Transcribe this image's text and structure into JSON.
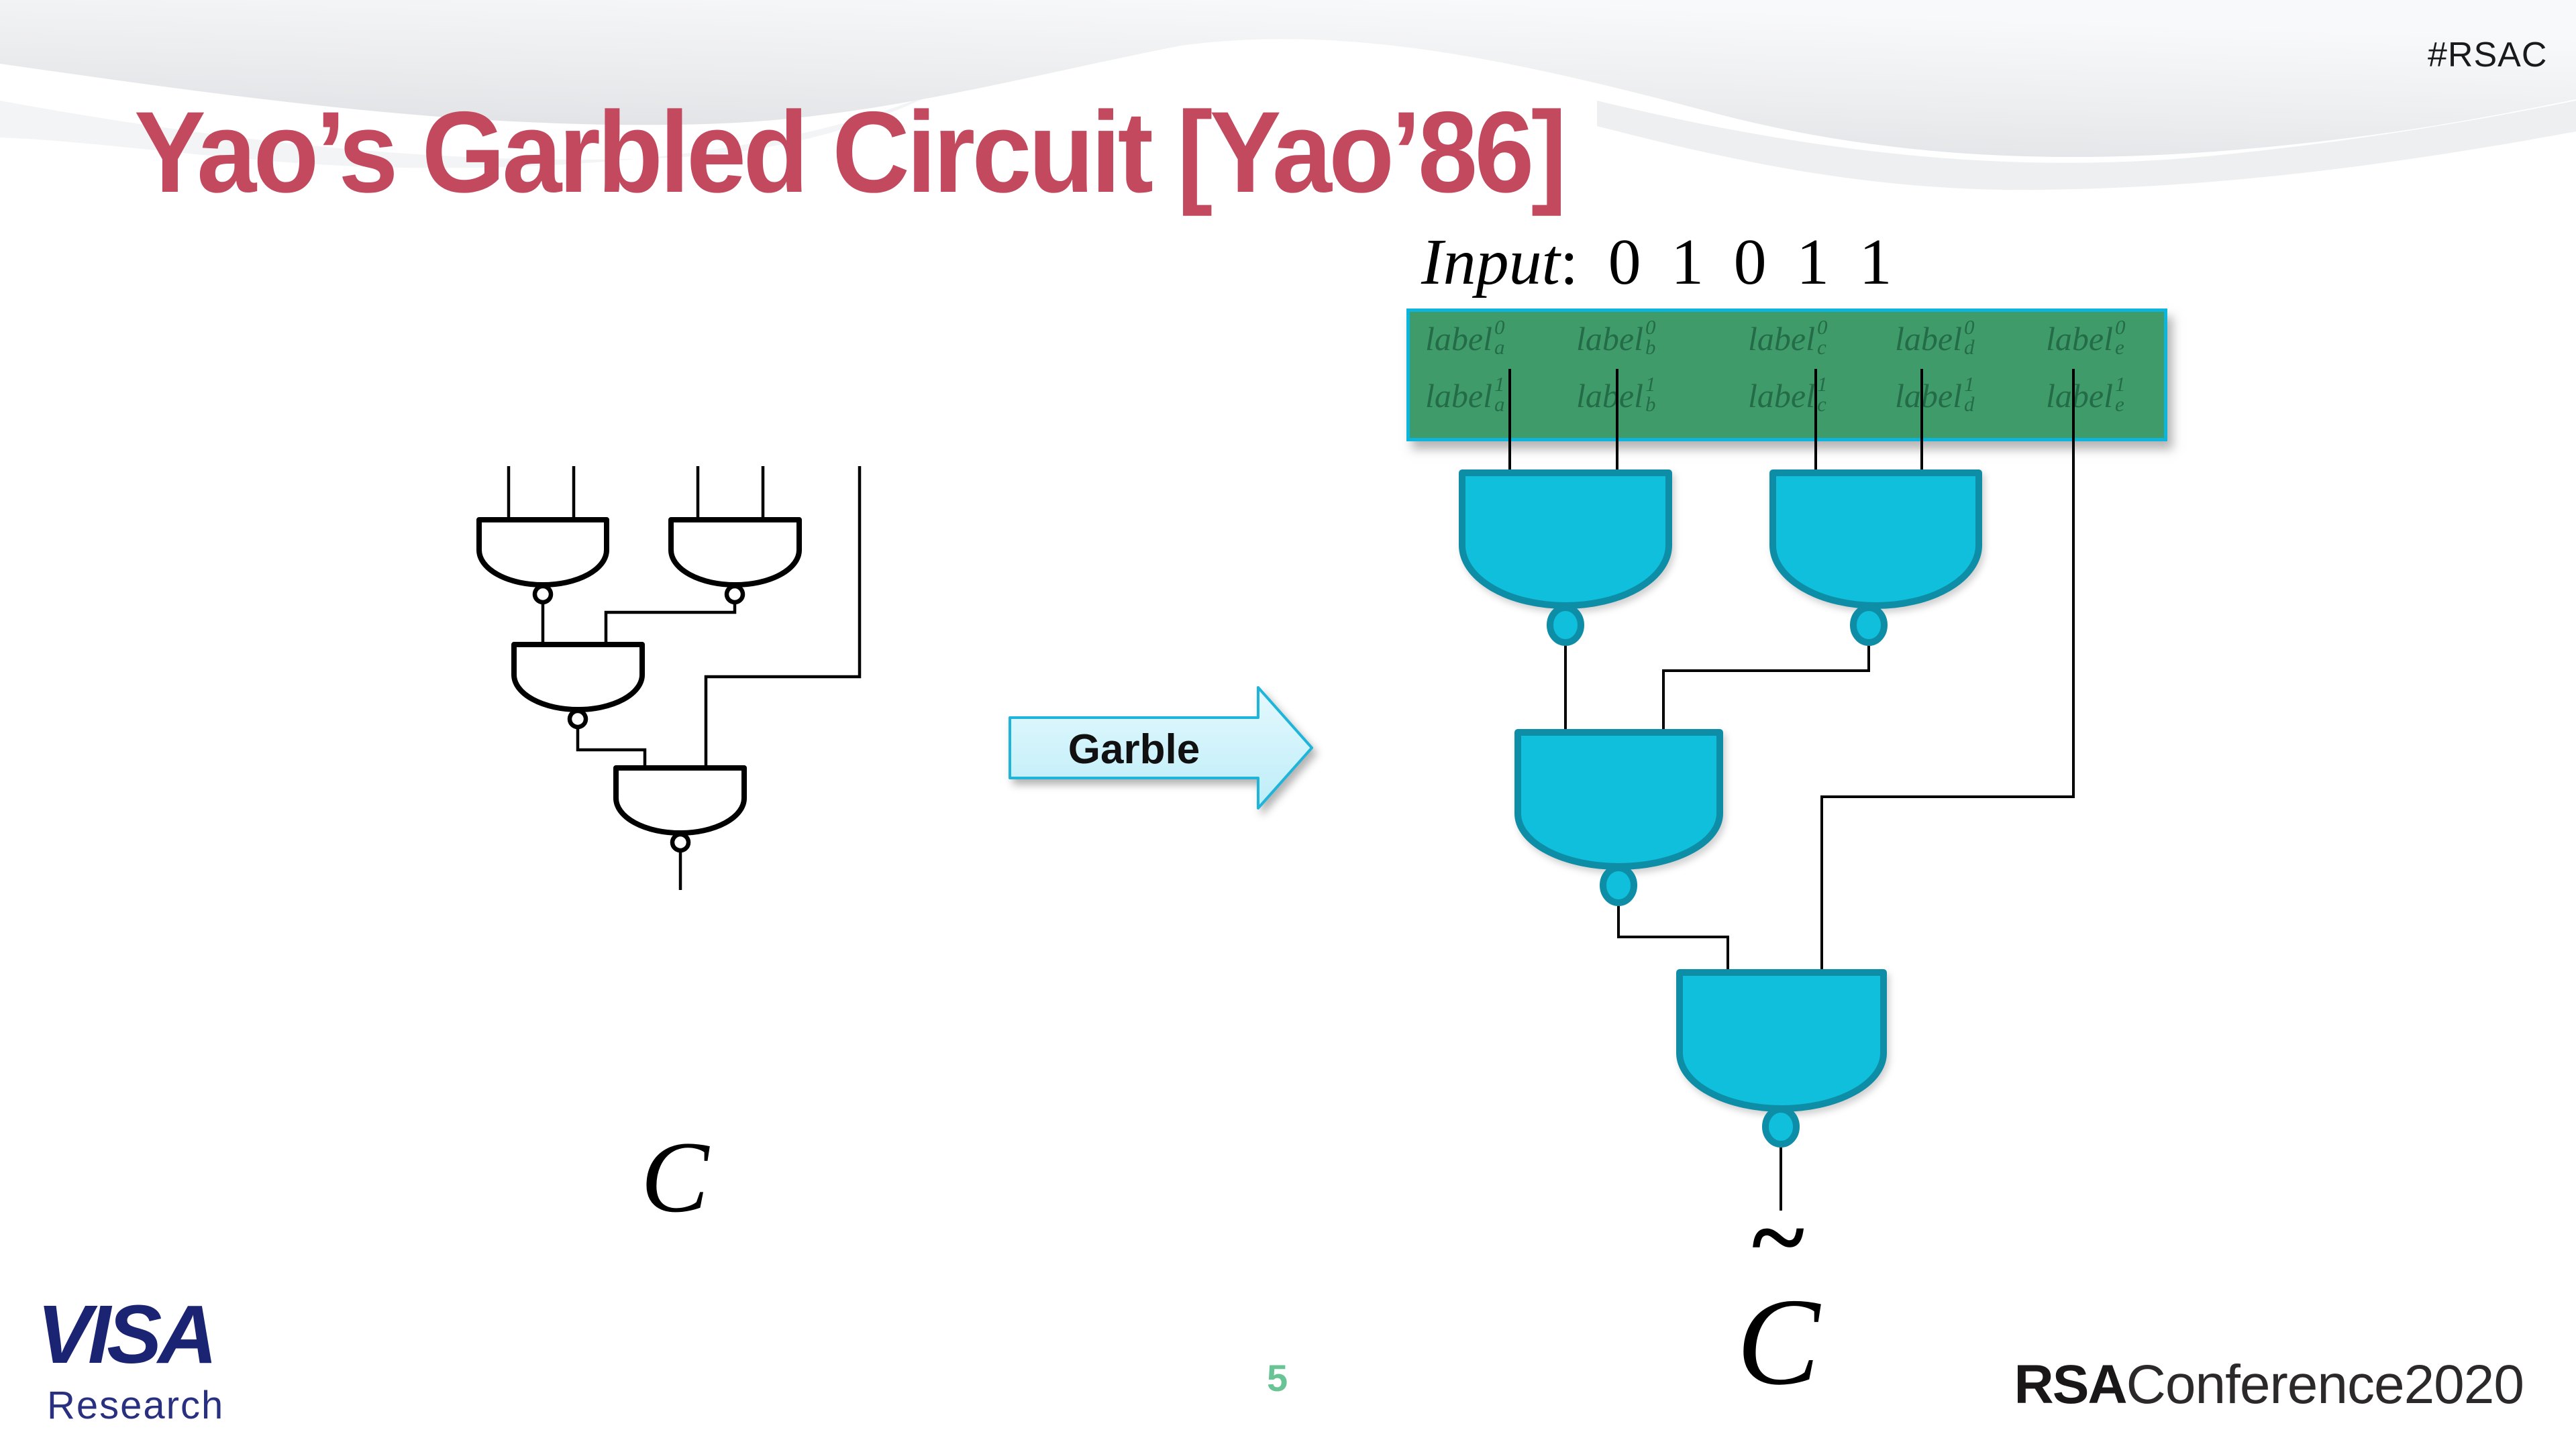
{
  "slide": {
    "hashtag": "#RSAC",
    "title": "Yao’s Garbled Circuit [Yao’86]",
    "page_number": "5"
  },
  "input_line": {
    "prefix": "Input",
    "values": ": 0 1 0 1 1"
  },
  "garble_arrow": {
    "label": "Garble"
  },
  "circuit_labels": {
    "original": "C",
    "garbled_letter": "C",
    "garbled_tilde": "~"
  },
  "garbled_inputs": {
    "row0": [
      {
        "base": "label",
        "sup": "0",
        "sub": "a"
      },
      {
        "base": "label",
        "sup": "0",
        "sub": "b"
      },
      {
        "base": "label",
        "sup": "0",
        "sub": "c"
      },
      {
        "base": "label",
        "sup": "0",
        "sub": "d"
      },
      {
        "base": "label",
        "sup": "0",
        "sub": "e"
      }
    ],
    "row1": [
      {
        "base": "label",
        "sup": "1",
        "sub": "a"
      },
      {
        "base": "label",
        "sup": "1",
        "sub": "b"
      },
      {
        "base": "label",
        "sup": "1",
        "sub": "c"
      },
      {
        "base": "label",
        "sup": "1",
        "sub": "d"
      },
      {
        "base": "label",
        "sup": "1",
        "sub": "e"
      }
    ]
  },
  "footer": {
    "visa_title": "VISA",
    "visa_subtitle": "Research",
    "rsa_bold": "RSA",
    "rsa_light": "Conference2020"
  },
  "colors": {
    "title": "#C3495F",
    "box_green": "#3F9B69",
    "box_border_cyan": "#0CB5DB",
    "gate_fill": "#10BFDB",
    "gate_border": "#0E8DA6",
    "arrow_fill": "#CDF2FB",
    "arrow_border": "#1FB4D9",
    "page_number": "#68C494",
    "visa_navy": "#1B2473",
    "wire": "#000000"
  }
}
